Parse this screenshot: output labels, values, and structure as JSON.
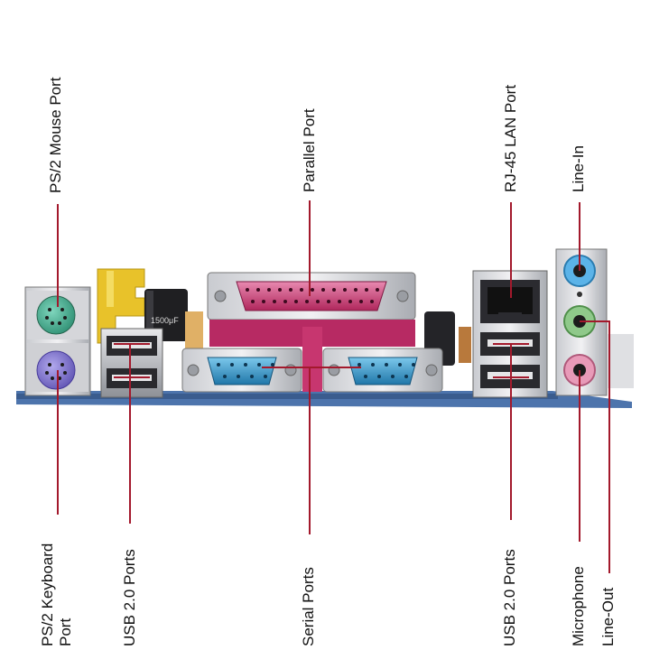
{
  "labels": {
    "ps2_mouse": "PS/2 Mouse Port",
    "parallel": "Parallel Port",
    "rj45": "RJ-45 LAN Port",
    "line_in": "Line-In",
    "ps2_keyboard_1": "PS/2 Keyboard",
    "ps2_keyboard_2": "Port",
    "usb_left": "USB 2.0 Ports",
    "serial": "Serial Ports",
    "usb_right": "USB 2.0 Ports",
    "microphone": "Microphone",
    "line_out": "Line-Out"
  },
  "colors": {
    "leader": "#a3192c",
    "ps2_mouse": "#3aa889",
    "ps2_keyboard": "#7a6fc8",
    "parallel": "#c23a6e",
    "serial": "#2e8fc2",
    "line_in": "#5bb3e8",
    "line_out": "#8fc98a",
    "microphone": "#e89ab8",
    "pcb": "#4a6fa5",
    "yellow": "#e8c22a"
  },
  "capacitor_text": "1500μF"
}
